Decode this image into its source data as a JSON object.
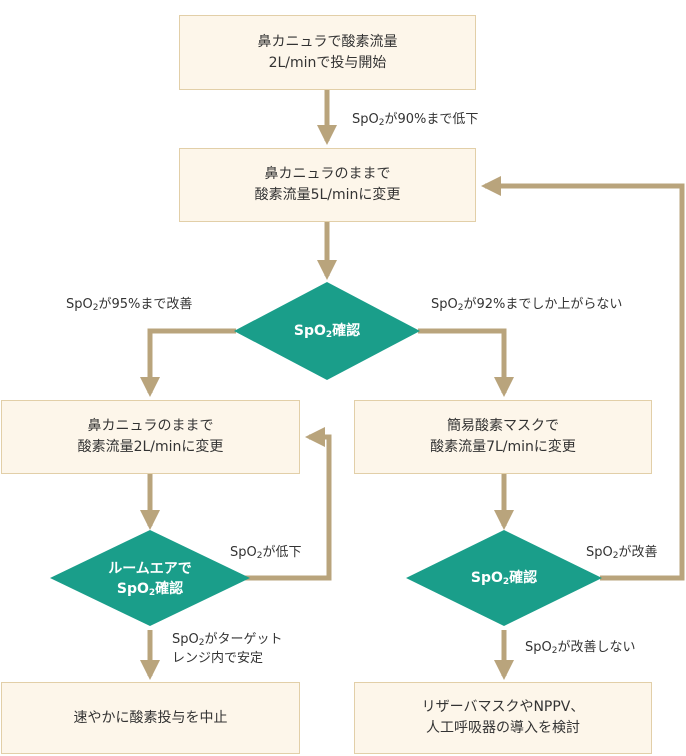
{
  "boxes": {
    "start_l1": "鼻カニュラで酸素流量",
    "start_l2": "2L/minで投与開始",
    "step2_l1": "鼻カニュラのままで",
    "step2_l2": "酸素流量5L/minに変更",
    "left_l1": "鼻カニュラのままで",
    "left_l2": "酸素流量2L/minに変更",
    "right_l1": "簡易酸素マスクで",
    "right_l2": "酸素流量7L/minに変更",
    "stop": "速やかに酸素投与を中止",
    "reservoir_l1": "リザーバマスクやNPPV、",
    "reservoir_l2": "人工呼吸器の導入を検討"
  },
  "diamonds": {
    "check1": {
      "pre": "SpO",
      "sub": "2",
      "post": "確認"
    },
    "roomair_l1": "ルームエアで",
    "roomair_l2": {
      "pre": "SpO",
      "sub": "2",
      "post": "確認"
    },
    "check3": {
      "pre": "SpO",
      "sub": "2",
      "post": "確認"
    }
  },
  "edges": {
    "drop90": {
      "pre": "SpO",
      "sub": "2",
      "post": "が90%まで低下"
    },
    "improve95": {
      "pre": "SpO",
      "sub": "2",
      "post": "が95%まで改善"
    },
    "only92": {
      "pre": "SpO",
      "sub": "2",
      "post": "が92%までしか上がらない"
    },
    "drop_low": {
      "pre": "SpO",
      "sub": "2",
      "post": "が低下"
    },
    "target_l1": {
      "pre": "SpO",
      "sub": "2",
      "post": "がターゲット"
    },
    "target_l2": "レンジ内で安定",
    "improve": {
      "pre": "SpO",
      "sub": "2",
      "post": "が改善"
    },
    "no_improve": {
      "pre": "SpO",
      "sub": "2",
      "post": "が改善しない"
    }
  },
  "colors": {
    "box_fill": "#fdf6ea",
    "box_border": "#e2cfa8",
    "diamond": "#1a9e8a",
    "arrow": "#b9a47c"
  }
}
